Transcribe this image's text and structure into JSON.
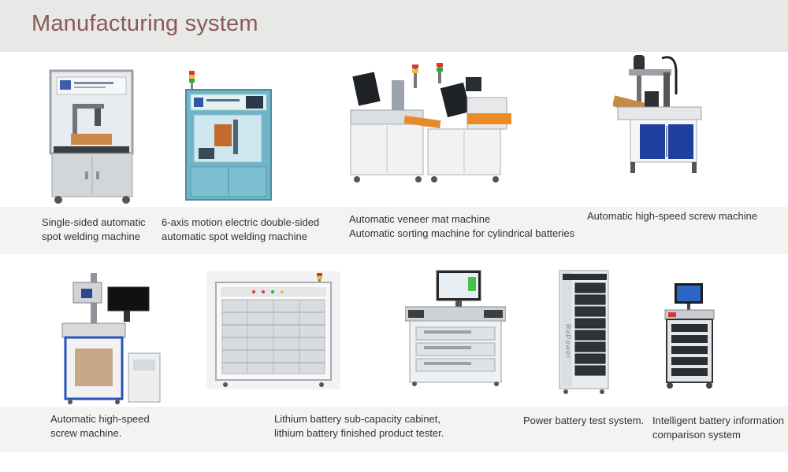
{
  "header": {
    "title": "Manufacturing system"
  },
  "row1": [
    {
      "caption": "Single-sided automatic\nspot welding machine"
    },
    {
      "caption": "6-axis motion electric double-sided\nautomatic spot welding machine"
    },
    {
      "caption": "Automatic veneer mat machine\nAutomatic sorting machine for cylindrical batteries"
    },
    {
      "caption": "Automatic high-speed screw machine"
    }
  ],
  "row2": [
    {
      "caption": "Automatic high-speed\nscrew machine."
    },
    {
      "caption": "Lithium battery sub-capacity cabinet,\nlithium battery finished product tester."
    },
    {
      "caption": "Power battery test system."
    },
    {
      "caption": "Intelligent battery information\ncomparison system"
    }
  ],
  "brand": {
    "tower_label": "RePower"
  },
  "colors": {
    "title": "#8a5a58",
    "header_bg": "#e8e8e6",
    "band_bg": "#f3f3f1"
  }
}
